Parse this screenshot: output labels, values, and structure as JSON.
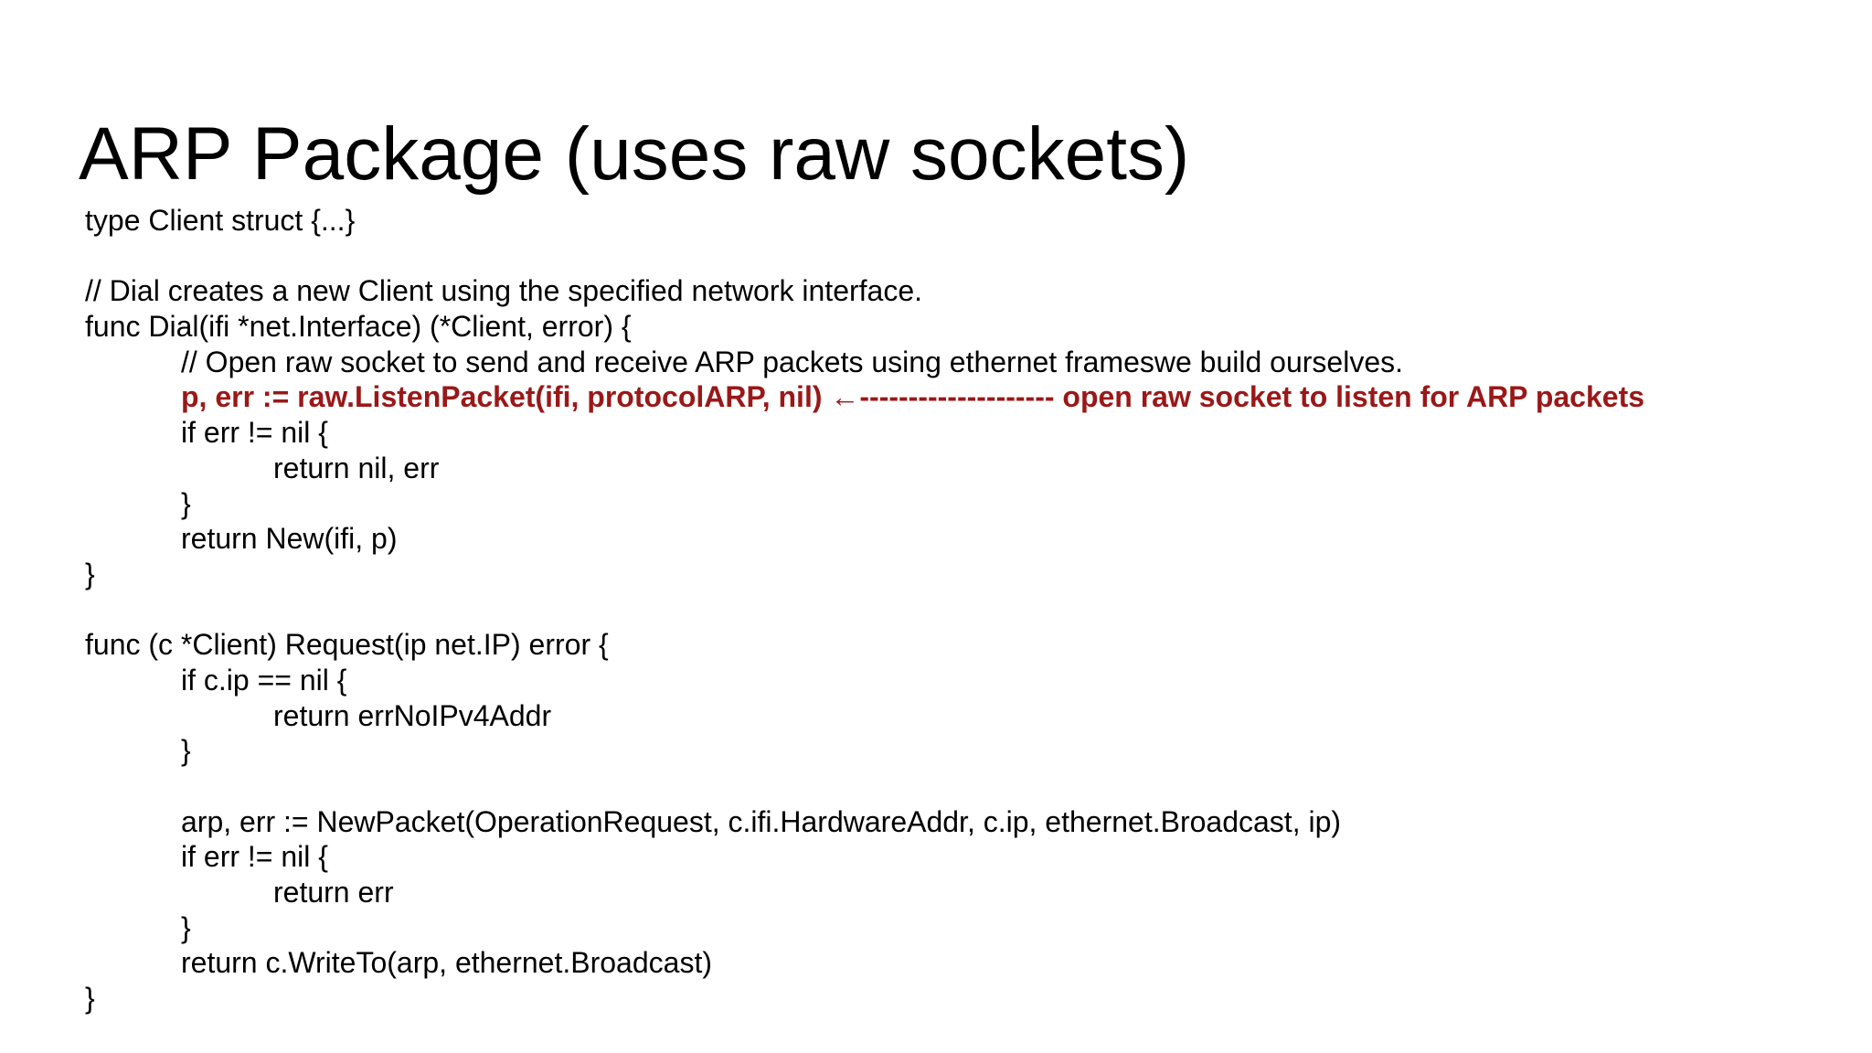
{
  "slide": {
    "title": "ARP Package (uses raw sockets)",
    "colors": {
      "background": "#ffffff",
      "text": "#000000",
      "highlight": "#9a1818"
    }
  },
  "code": {
    "lines": [
      {
        "text": "type Client struct {...}",
        "indent": 0,
        "highlight": false
      },
      {
        "text": "",
        "indent": 0,
        "highlight": false
      },
      {
        "text": "// Dial creates a new Client using the specified network interface.",
        "indent": 0,
        "highlight": false
      },
      {
        "text": "func Dial(ifi *net.Interface) (*Client, error) {",
        "indent": 0,
        "highlight": false
      },
      {
        "text": "// Open raw socket to send and receive ARP packets using ethernet frameswe build ourselves.",
        "indent": 1,
        "highlight": false
      },
      {
        "text": "p, err := raw.ListenPacket(ifi, protocolARP, nil) ←-------------------- open raw socket to listen for ARP packets",
        "indent": 1,
        "highlight": true
      },
      {
        "text": "if err != nil {",
        "indent": 1,
        "highlight": false
      },
      {
        "text": "return nil, err",
        "indent": 2,
        "highlight": false
      },
      {
        "text": "}",
        "indent": 1,
        "highlight": false
      },
      {
        "text": "return New(ifi, p)",
        "indent": 1,
        "highlight": false
      },
      {
        "text": "}",
        "indent": 0,
        "highlight": false
      },
      {
        "text": "",
        "indent": 0,
        "highlight": false
      },
      {
        "text": "func (c *Client) Request(ip net.IP) error {",
        "indent": 0,
        "highlight": false
      },
      {
        "text": "if c.ip == nil {",
        "indent": 1,
        "highlight": false
      },
      {
        "text": "return errNoIPv4Addr",
        "indent": 2,
        "highlight": false
      },
      {
        "text": "}",
        "indent": 1,
        "highlight": false
      },
      {
        "text": "",
        "indent": 0,
        "highlight": false
      },
      {
        "text": "arp, err := NewPacket(OperationRequest, c.ifi.HardwareAddr, c.ip, ethernet.Broadcast, ip)",
        "indent": 1,
        "highlight": false
      },
      {
        "text": "if err != nil {",
        "indent": 1,
        "highlight": false
      },
      {
        "text": "return err",
        "indent": 2,
        "highlight": false
      },
      {
        "text": "}",
        "indent": 1,
        "highlight": false
      },
      {
        "text": "return c.WriteTo(arp, ethernet.Broadcast)",
        "indent": 1,
        "highlight": false
      },
      {
        "text": "}",
        "indent": 0,
        "highlight": false
      }
    ]
  }
}
